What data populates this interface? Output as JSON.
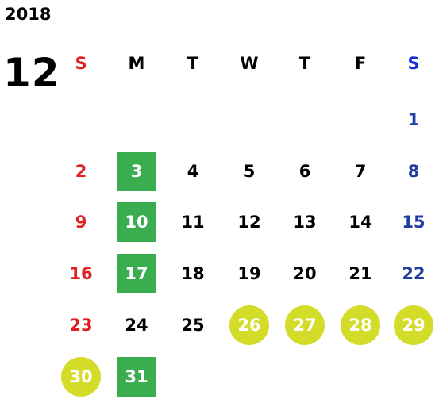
{
  "year": "2018",
  "month": "12",
  "weekdays": [
    "S",
    "M",
    "T",
    "W",
    "T",
    "F",
    "S"
  ],
  "weeks": [
    [
      "",
      "",
      "",
      "",
      "",
      "",
      "1"
    ],
    [
      "2",
      "3",
      "4",
      "5",
      "6",
      "7",
      "8"
    ],
    [
      "9",
      "10",
      "11",
      "12",
      "13",
      "14",
      "15"
    ],
    [
      "16",
      "17",
      "18",
      "19",
      "20",
      "21",
      "22"
    ],
    [
      "23",
      "24",
      "25",
      "26",
      "27",
      "28",
      "29"
    ],
    [
      "30",
      "31",
      "",
      "",
      "",
      "",
      ""
    ]
  ],
  "highlighted_green_square": [
    "3",
    "10",
    "17",
    "31"
  ],
  "highlighted_yellow_circle": [
    "26",
    "27",
    "28",
    "29",
    "30"
  ],
  "colors": {
    "sunday": "#e02020",
    "saturday": "#1f3fa0",
    "saturday_header": "#1a2fd0",
    "green_highlight": "#3aad4e",
    "yellow_highlight": "#d4dc2a",
    "text": "#000000"
  }
}
